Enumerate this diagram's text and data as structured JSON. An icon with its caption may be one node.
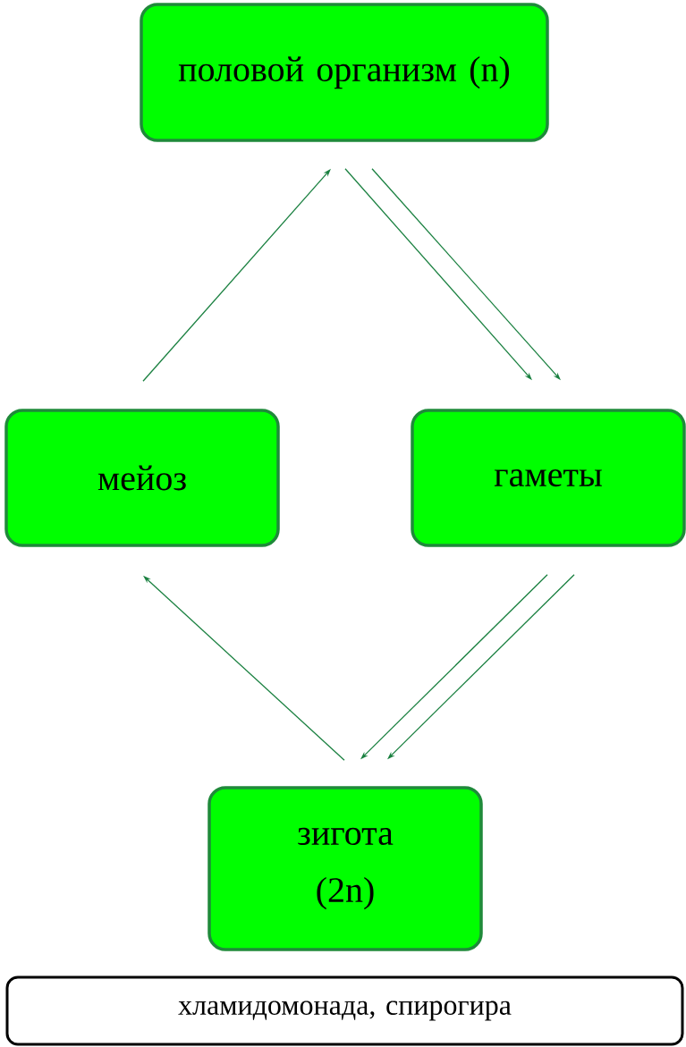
{
  "diagram": {
    "nodes": [
      {
        "text": [
          "половой организм (n)"
        ]
      },
      {
        "text": [
          "мейоз"
        ]
      },
      {
        "text": [
          "гаметы"
        ]
      },
      {
        "text": [
          "зигота (2n)"
        ]
      },
      {
        "text": [
          "хламидомонада, спирогира"
        ]
      }
    ],
    "edges": [
      {
        "from": 1,
        "to": 0,
        "arrow": "to"
      },
      {
        "from": 0,
        "to": 2,
        "arrow": "to"
      },
      {
        "from": 0,
        "to": 2,
        "arrow": "to"
      },
      {
        "from": 2,
        "to": 3,
        "arrow": "to"
      },
      {
        "from": 2,
        "to": 3,
        "arrow": "to"
      },
      {
        "from": 3,
        "to": 1,
        "arrow": "to"
      }
    ]
  }
}
